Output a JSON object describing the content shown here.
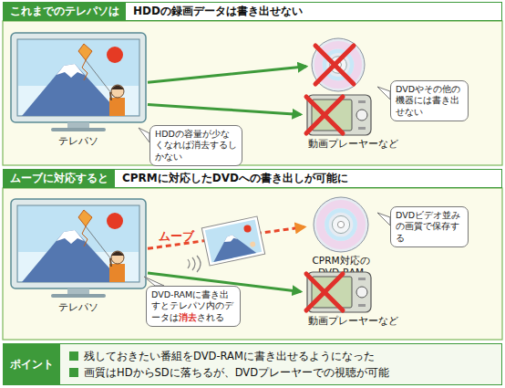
{
  "diagram": {
    "nodes": [
      {
        "text": [
          "これまでのテレパソは",
          "HDDの録画データは書き出せない"
        ]
      },
      {
        "text": [
          "テレパソ"
        ]
      },
      {
        "text": [
          "HDDの容量が少なくなれば消去するしかない"
        ]
      },
      {
        "text": [
          "DVD"
        ]
      },
      {
        "text": [
          "DVDやその他の機器には書き出せない"
        ]
      },
      {
        "text": [
          "動画プレーヤーなど"
        ]
      },
      {
        "text": [
          "ムーブに対応すると",
          "CPRMに対応したDVDへの書き出しが可能に"
        ]
      },
      {
        "text": [
          "テレパソ"
        ]
      },
      {
        "text": [
          "CPRM対応の DVD-RAM"
        ]
      },
      {
        "text": [
          "DVDビデオ並みの画質で保存する"
        ]
      },
      {
        "text": [
          "DVD-RAMに書き出すとテレパソ内のデータは消去される"
        ]
      },
      {
        "text": [
          "動画プレーヤーなど"
        ]
      },
      {
        "text": [
          "ポイント",
          "残しておきたい番組をDVD-RAMに書き出せるようになった",
          "画質はHDからSDに落ちるが、DVDプレーヤーでの視聴が可能"
        ]
      }
    ],
    "edges": [
      {
        "from": 1,
        "to": 3,
        "arrow": "to"
      },
      {
        "from": 1,
        "to": 5,
        "arrow": "to"
      },
      {
        "from": 7,
        "to": 8,
        "label": "ムーブ",
        "arrow": "to"
      },
      {
        "from": 7,
        "to": 11,
        "arrow": "to"
      }
    ]
  }
}
